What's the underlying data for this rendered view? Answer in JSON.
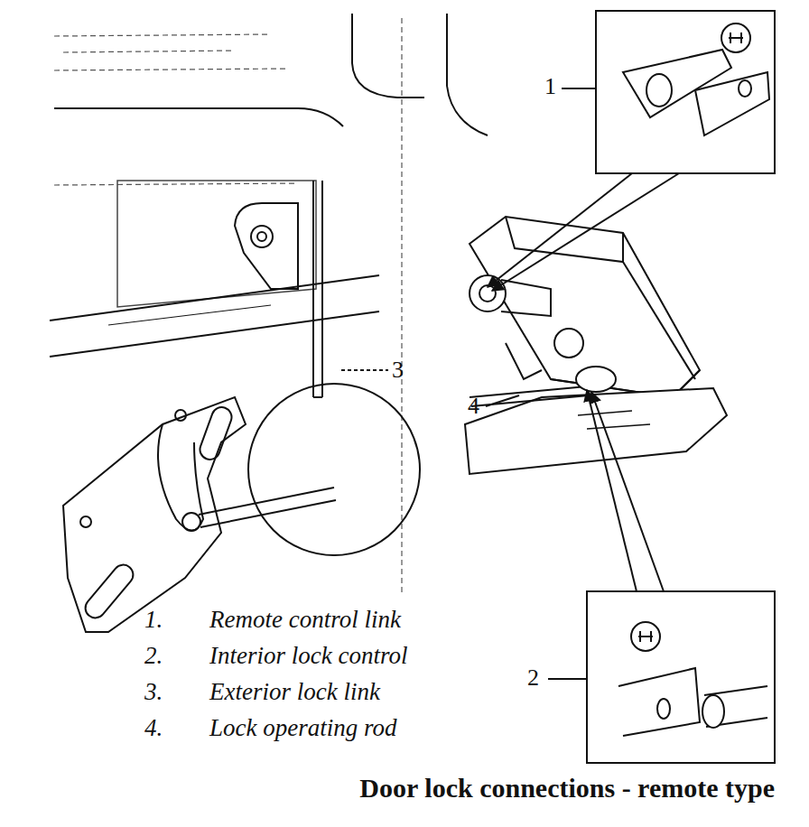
{
  "diagram": {
    "caption": "Door lock connections - remote type",
    "labels": [
      "1",
      "3",
      "4",
      "1.",
      "Remote control link",
      "2.",
      "Interior lock control",
      "3.",
      "Exterior lock link",
      "4.",
      "Lock operating rod",
      "2"
    ]
  }
}
